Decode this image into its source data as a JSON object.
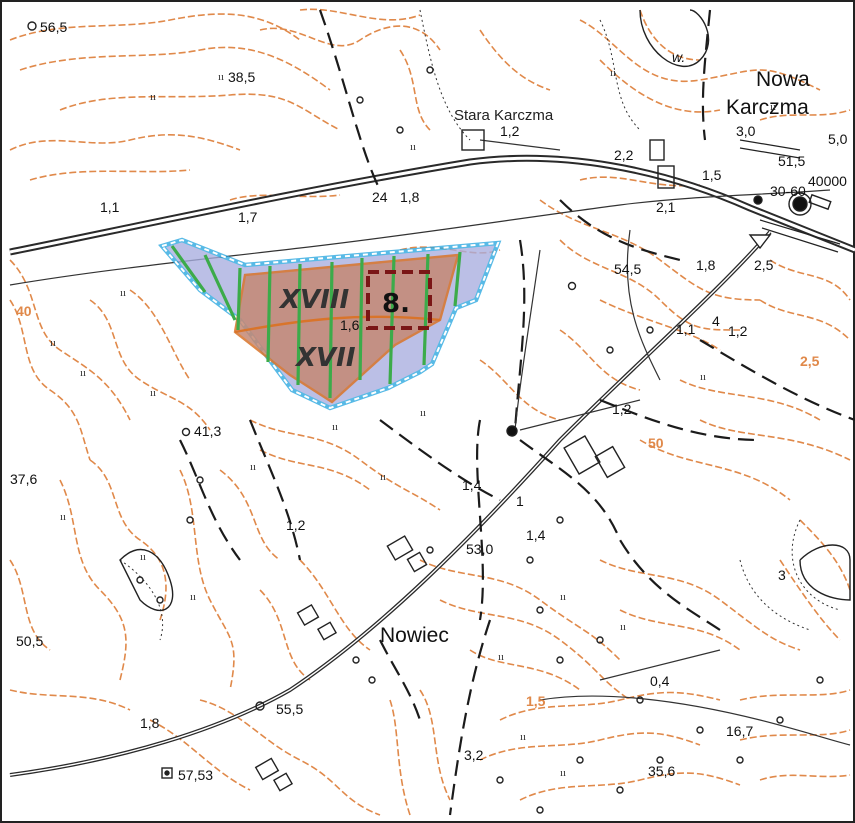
{
  "colors": {
    "contour": "#e0894a",
    "area_fill": "#a8aee0",
    "parcel_fill": "#c58873",
    "parcel_stroke": "#d9742a",
    "buffer_line": "#2aa7e0",
    "hatch": "#3cab4a",
    "marker": "#7a1616",
    "road": "#2a2a2a"
  },
  "map": {
    "place_names": {
      "nowa_karczma_1": "Nowa",
      "nowa_karczma_2": "Karczma",
      "stara_karczma": "Stara Karczma",
      "nowiec": "Nowiec"
    },
    "zones": {
      "xviii": "XVIII",
      "xvii": "XVII"
    },
    "site_number": "8.",
    "orange_labels": {
      "c40": "40",
      "c50": "50",
      "c25": "2,5",
      "c15": "1,5"
    },
    "ii_marks": [
      "ıı",
      "ıı",
      "ıı",
      "ıı",
      "ıı",
      "ıı",
      "ıı",
      "ıı",
      "ıı",
      "ıı",
      "ıı",
      "ıı",
      "ıı",
      "ıı",
      "ıı",
      "ıı",
      "ıı",
      "ıı",
      "ıı",
      "ıı",
      "ıı",
      "ıı"
    ],
    "labels": {
      "e565": "56,5",
      "e385": "38,5",
      "n12a": "1,2",
      "n11": "1,1",
      "n17": "1,7",
      "n24": "24",
      "n18a": "1,8",
      "n22": "2,2",
      "n15": "1,5",
      "n30": "3,0",
      "n50": "5,0",
      "n515": "51,5",
      "n40000": "40000",
      "n3060": "30-60",
      "n21": "2,1",
      "n545": "54,5",
      "n18b": "1,8",
      "n25": "2,5",
      "n11b": "1,1",
      "n4": "4",
      "n12b": "1,2",
      "n16": "1,6",
      "n12c": "1,2",
      "e413": "41,3",
      "e376": "37,6",
      "n14a": "1,4",
      "n1": "1",
      "n14b": "1,4",
      "n12d": "1,2",
      "n530": "53,0",
      "e505": "50,5",
      "n04": "0,4",
      "n555": "55,5",
      "n18c": "1,8",
      "n5753": "57,53",
      "n32": "3,2",
      "n167": "16,7",
      "n356": "35,6",
      "n3": "3",
      "w": "w."
    }
  }
}
